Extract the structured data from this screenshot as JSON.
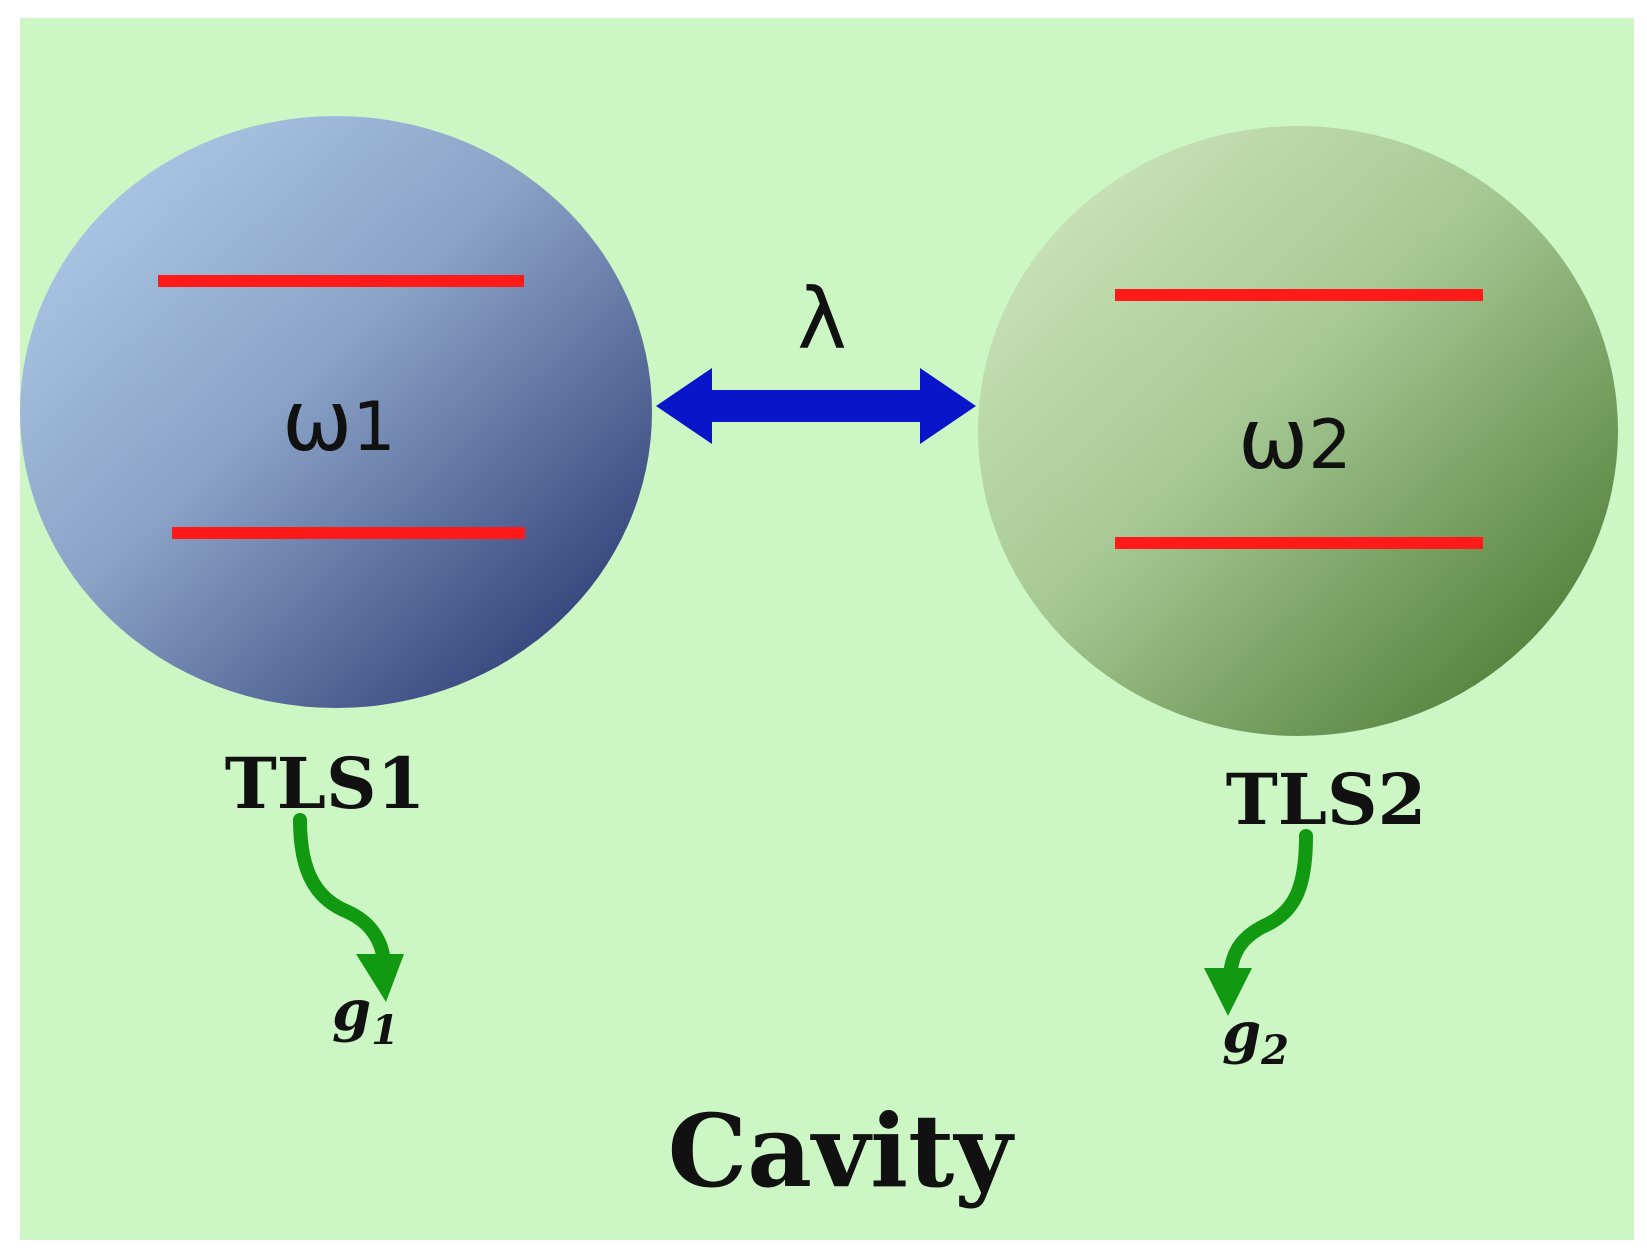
{
  "colors": {
    "background": "#ccf6c4",
    "border": "#ffffff",
    "energy_level": "#ff1a1a",
    "coupling_arrow": "#0a14c8",
    "decay_arrow": "#119a11"
  },
  "tls1": {
    "frequency_symbol": "ω",
    "frequency_index": "1",
    "label": "TLS1",
    "decay_symbol": "g",
    "decay_index": "1"
  },
  "tls2": {
    "frequency_symbol": "ω",
    "frequency_index": "2",
    "label": "TLS2",
    "decay_symbol": "g",
    "decay_index": "2"
  },
  "coupling": {
    "symbol": "λ"
  },
  "cavity": {
    "label": "Cavity"
  }
}
